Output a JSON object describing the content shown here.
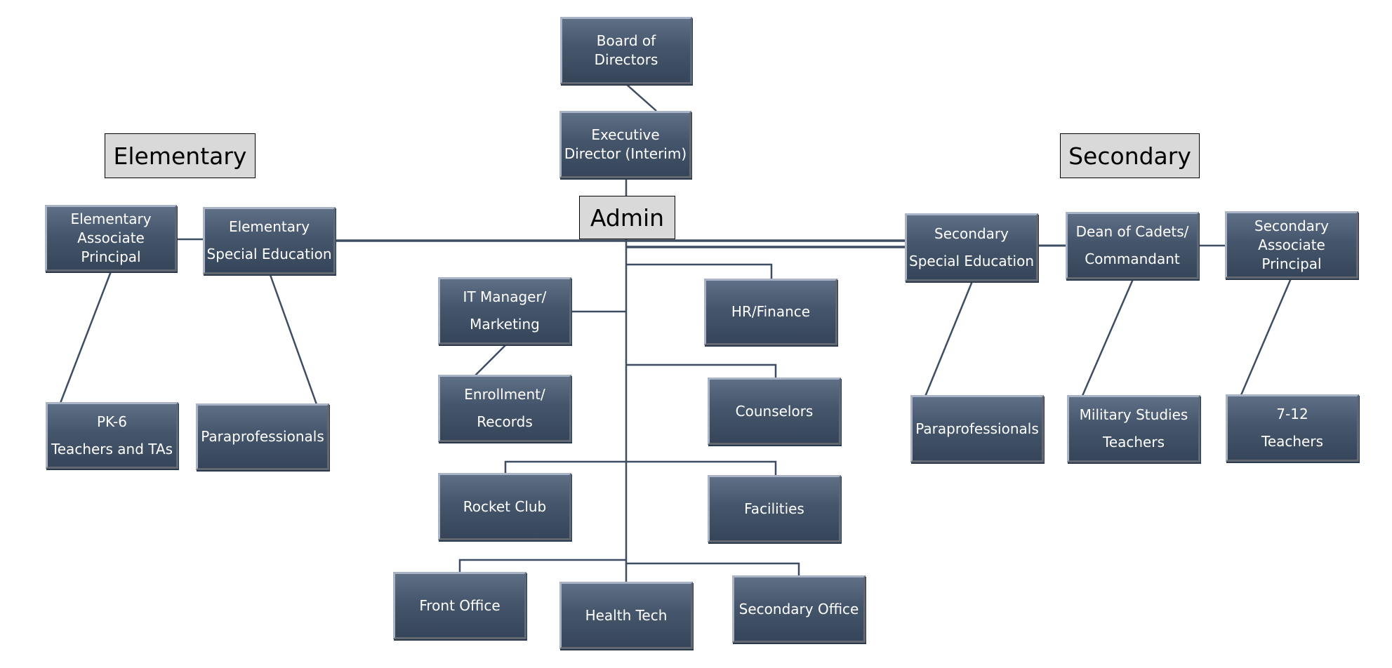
{
  "colors": {
    "box_top": "#5e6f86",
    "box_bottom": "#364559",
    "connector": "#3d4d63",
    "label_fill": "#d9d9d9"
  },
  "sections": {
    "elementary": "Elementary",
    "admin": "Admin",
    "secondary": "Secondary"
  },
  "nodes": {
    "board": [
      "Board of",
      "Directors"
    ],
    "exec": [
      "Executive",
      "Director (Interim)"
    ],
    "elem_assoc": [
      "Elementary",
      "Associate",
      "Principal"
    ],
    "elem_sped": [
      "Elementary",
      "Special Education"
    ],
    "pk6": [
      "PK-6",
      "Teachers and TAs"
    ],
    "elem_para": [
      "Paraprofessionals"
    ],
    "it": [
      "IT Manager/",
      "Marketing"
    ],
    "enroll": [
      "Enrollment/",
      "Records"
    ],
    "hr": [
      "HR/Finance"
    ],
    "counselors": [
      "Counselors"
    ],
    "rocket": [
      "Rocket Club"
    ],
    "facilities": [
      "Facilities"
    ],
    "front": [
      "Front Office"
    ],
    "health": [
      "Health Tech"
    ],
    "sec_office": [
      "Secondary Office"
    ],
    "sec_sped": [
      "Secondary",
      "Special Education"
    ],
    "dean": [
      "Dean of Cadets/",
      "Commandant"
    ],
    "sec_assoc": [
      "Secondary",
      "Associate",
      "Principal"
    ],
    "sec_para": [
      "Paraprofessionals"
    ],
    "military": [
      "Military Studies",
      "Teachers"
    ],
    "t712": [
      "7-12",
      "Teachers"
    ]
  }
}
